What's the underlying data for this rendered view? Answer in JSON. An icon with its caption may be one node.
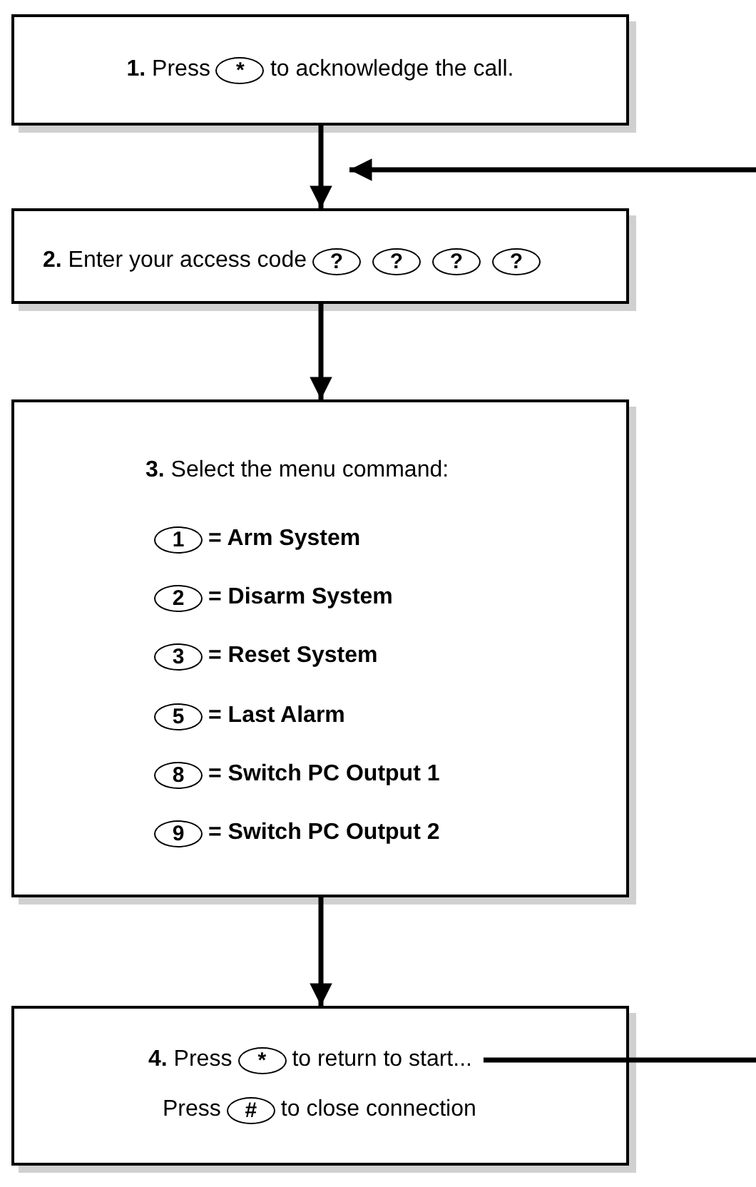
{
  "diagram": {
    "nodes": [
      {
        "text": [
          "**1.** Press",
          "*",
          "to acknowledge the call."
        ]
      },
      {
        "text": [
          "**2.** Enter your access code",
          "?",
          "?",
          "?",
          "?"
        ]
      },
      {
        "text": [
          "**3.** Select the menu command:",
          "1",
          "= Arm System",
          "2",
          "= Disarm System",
          "3",
          "= Reset System",
          "5",
          "= Last Alarm",
          "8",
          "= Switch PC Output 1",
          "9",
          "= Switch PC Output 2"
        ]
      },
      {
        "text": [
          "**4.** Press",
          "*",
          "to return to start...",
          "Press",
          "#",
          "to close connection"
        ]
      }
    ],
    "edges": [
      {
        "from": 0,
        "to": 1,
        "arrow": "to"
      },
      {
        "from": 1,
        "to": 2,
        "arrow": "to"
      },
      {
        "from": 2,
        "to": 3,
        "arrow": "to"
      },
      {
        "from": 3,
        "to": 1,
        "arrow": "to"
      }
    ]
  }
}
